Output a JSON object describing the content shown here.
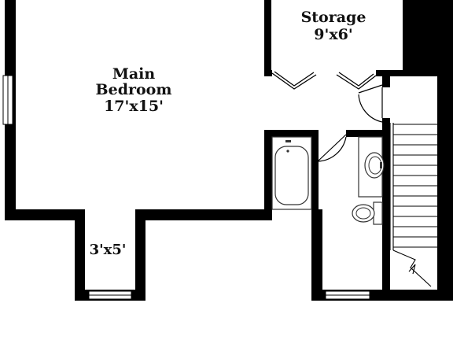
{
  "rooms": {
    "storage": {
      "name": "Storage",
      "dimensions": "9'x6'"
    },
    "main_bedroom": {
      "name_line1": "Main",
      "name_line2": "Bedroom",
      "dimensions": "17'x15'"
    },
    "closet": {
      "dimensions": "3'x5'"
    }
  },
  "colors": {
    "wall": "#000000",
    "background": "#ffffff",
    "fixture_stroke": "#333333",
    "fixture_fill": "#f2f2f2"
  }
}
